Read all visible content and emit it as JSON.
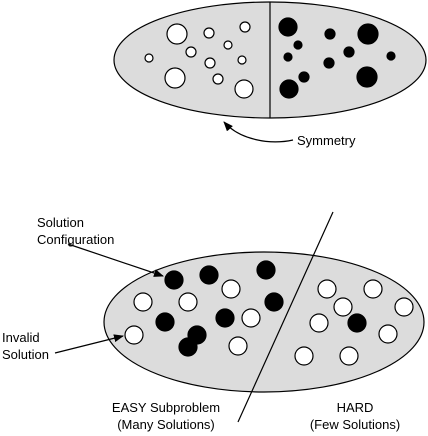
{
  "colors": {
    "region_fill": "#dcdcdc",
    "stroke": "#000000",
    "open_dot": "#ffffff",
    "filled_dot": "#000000"
  },
  "labels": {
    "symmetry": "Symmetry",
    "solution_configuration": [
      "Solution",
      "Configuration"
    ],
    "invalid_solution": [
      "Invalid",
      "Solution"
    ],
    "easy_subproblem": [
      "EASY Subproblem",
      "(Many Solutions)"
    ],
    "hard_subproblem": [
      "HARD",
      "(Few Solutions)"
    ]
  }
}
